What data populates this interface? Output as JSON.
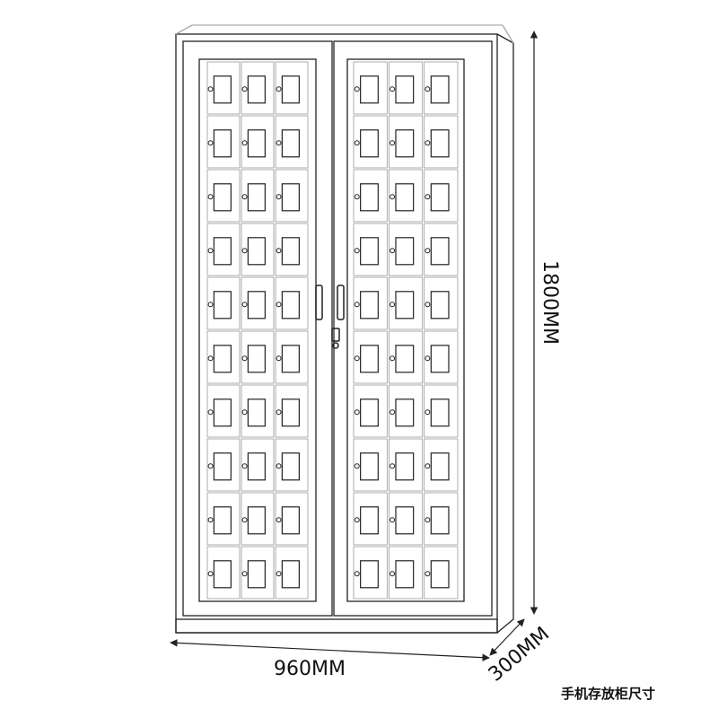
{
  "dimensions": {
    "width": "960MM",
    "height": "1800MM",
    "depth": "300MM"
  },
  "caption": "手机存放柜尺寸",
  "cabinet": {
    "doors": 2,
    "rows": 10,
    "columns_per_door": 3
  },
  "colors": {
    "line": "#222222",
    "light_line": "#9a9a9a",
    "background": "#ffffff"
  }
}
